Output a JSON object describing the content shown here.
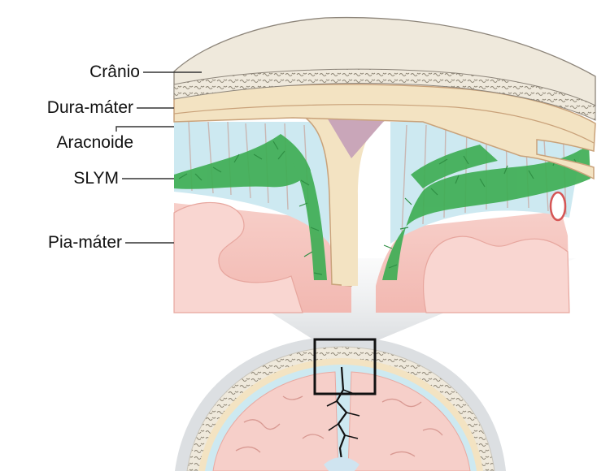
{
  "labels": {
    "cranio": "Crânio",
    "dura": "Dura-máter",
    "aracnoide": "Aracnoide",
    "slym": "SLYM",
    "pia": "Pia-máter"
  },
  "colors": {
    "skull": "#efe9dc",
    "skull_texture": "#8b8373",
    "dura": "#f3e3c2",
    "falx": "#c9a6b9",
    "csf": "#cde9f1",
    "slym": "#3fae55",
    "brain": "#f5c7c2",
    "brain_light": "#fbdcd7",
    "vessel": "#ffffff",
    "vessel_stroke": "#d55555",
    "magnifier": "#dcdfe2",
    "box": "#111111"
  }
}
